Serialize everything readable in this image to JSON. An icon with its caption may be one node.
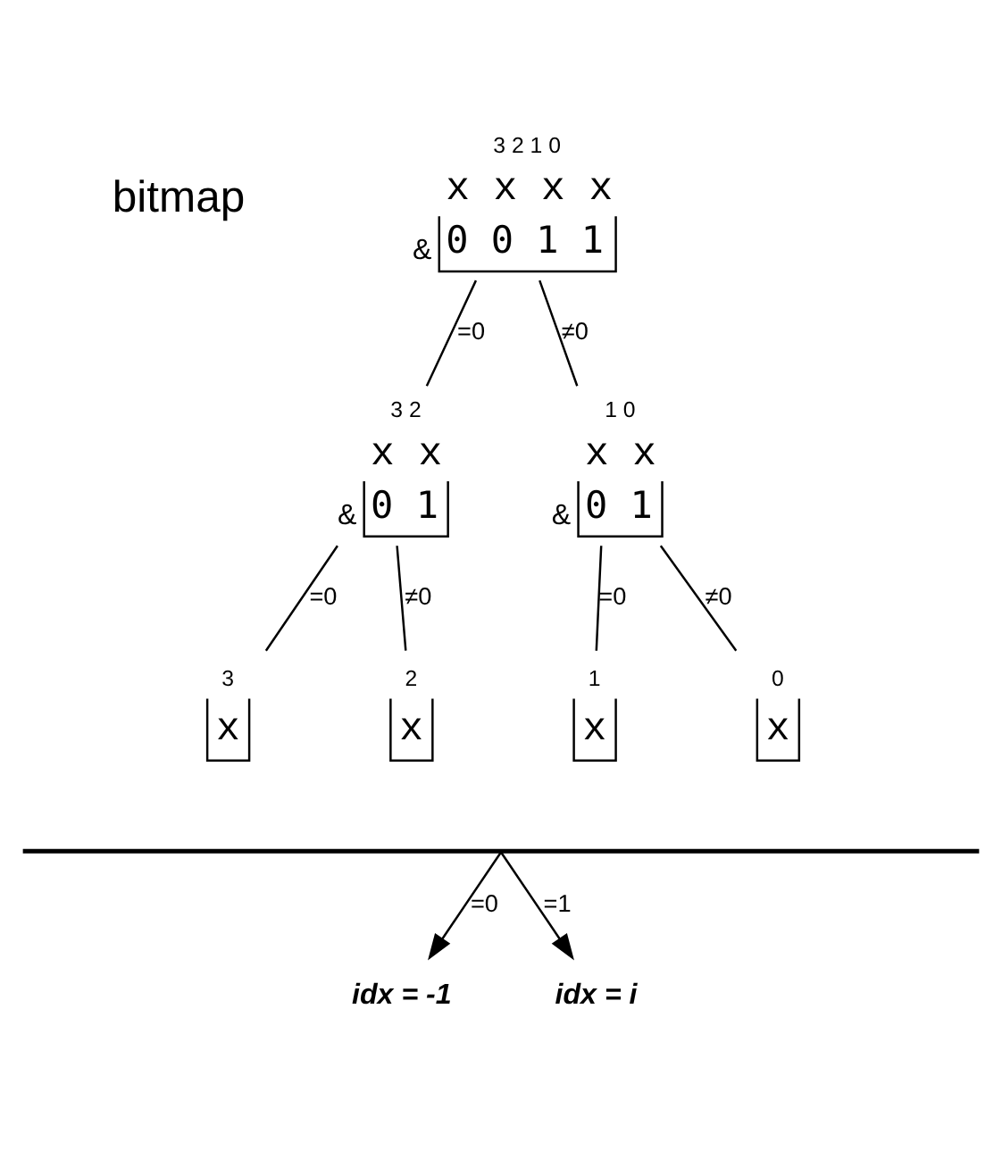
{
  "diagram": {
    "nodes": [
      {
        "text": [
          "3 2 1 0",
          "x x x x",
          "&",
          "0 0 1 1"
        ],
        "beside": [
          "bitmap"
        ]
      },
      {
        "text": [
          "3 2",
          "x x",
          "&",
          "0 1"
        ]
      },
      {
        "text": [
          "1 0",
          "x x",
          "&",
          "0 1"
        ]
      },
      {
        "text": [
          "3",
          "x"
        ]
      },
      {
        "text": [
          "2",
          "x"
        ]
      },
      {
        "text": [
          "1",
          "x"
        ]
      },
      {
        "text": [
          "0",
          "x"
        ]
      },
      {
        "text": [],
        "shape": "bar"
      },
      {
        "text": [
          "idx = -1"
        ]
      },
      {
        "text": [
          "idx = i"
        ]
      }
    ],
    "edges": [
      {
        "from": 0,
        "to": 1,
        "arrow": "none",
        "label": "=0"
      },
      {
        "from": 0,
        "to": 2,
        "arrow": "none",
        "label": "≠0"
      },
      {
        "from": 1,
        "to": 3,
        "arrow": "none",
        "label": "=0"
      },
      {
        "from": 1,
        "to": 4,
        "arrow": "none",
        "label": "≠0"
      },
      {
        "from": 2,
        "to": 5,
        "arrow": "none",
        "label": "=0"
      },
      {
        "from": 2,
        "to": 6,
        "arrow": "none",
        "label": "≠0"
      },
      {
        "from": 7,
        "to": 8,
        "arrow": "to",
        "label": "=0"
      },
      {
        "from": 7,
        "to": 9,
        "arrow": "to",
        "label": "=1"
      }
    ]
  }
}
